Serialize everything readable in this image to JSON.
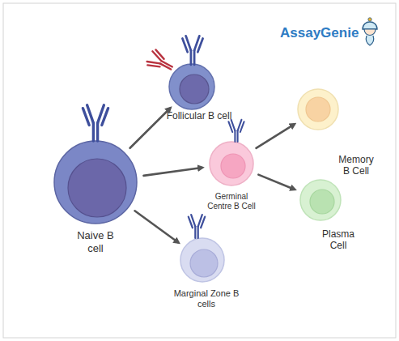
{
  "diagram": {
    "nodes": [
      {
        "text": [
          "Naive B cell"
        ]
      },
      {
        "text": [
          "Follicular B cell"
        ]
      },
      {
        "text": [
          "Germinal Centre B Cell"
        ]
      },
      {
        "text": [
          "Memory B Cell"
        ]
      },
      {
        "text": [
          "Plasma Cell"
        ]
      },
      {
        "text": [
          "Marginal Zone B cells"
        ]
      }
    ],
    "edges": [
      {
        "from": 0,
        "to": 1,
        "arrow": "to"
      },
      {
        "from": 0,
        "to": 2,
        "arrow": "to"
      },
      {
        "from": 0,
        "to": 5,
        "arrow": "to"
      },
      {
        "from": 2,
        "to": 3,
        "arrow": "to"
      },
      {
        "from": 2,
        "to": 4,
        "arrow": "to"
      }
    ],
    "labels": [
      "AssayGenie"
    ]
  }
}
